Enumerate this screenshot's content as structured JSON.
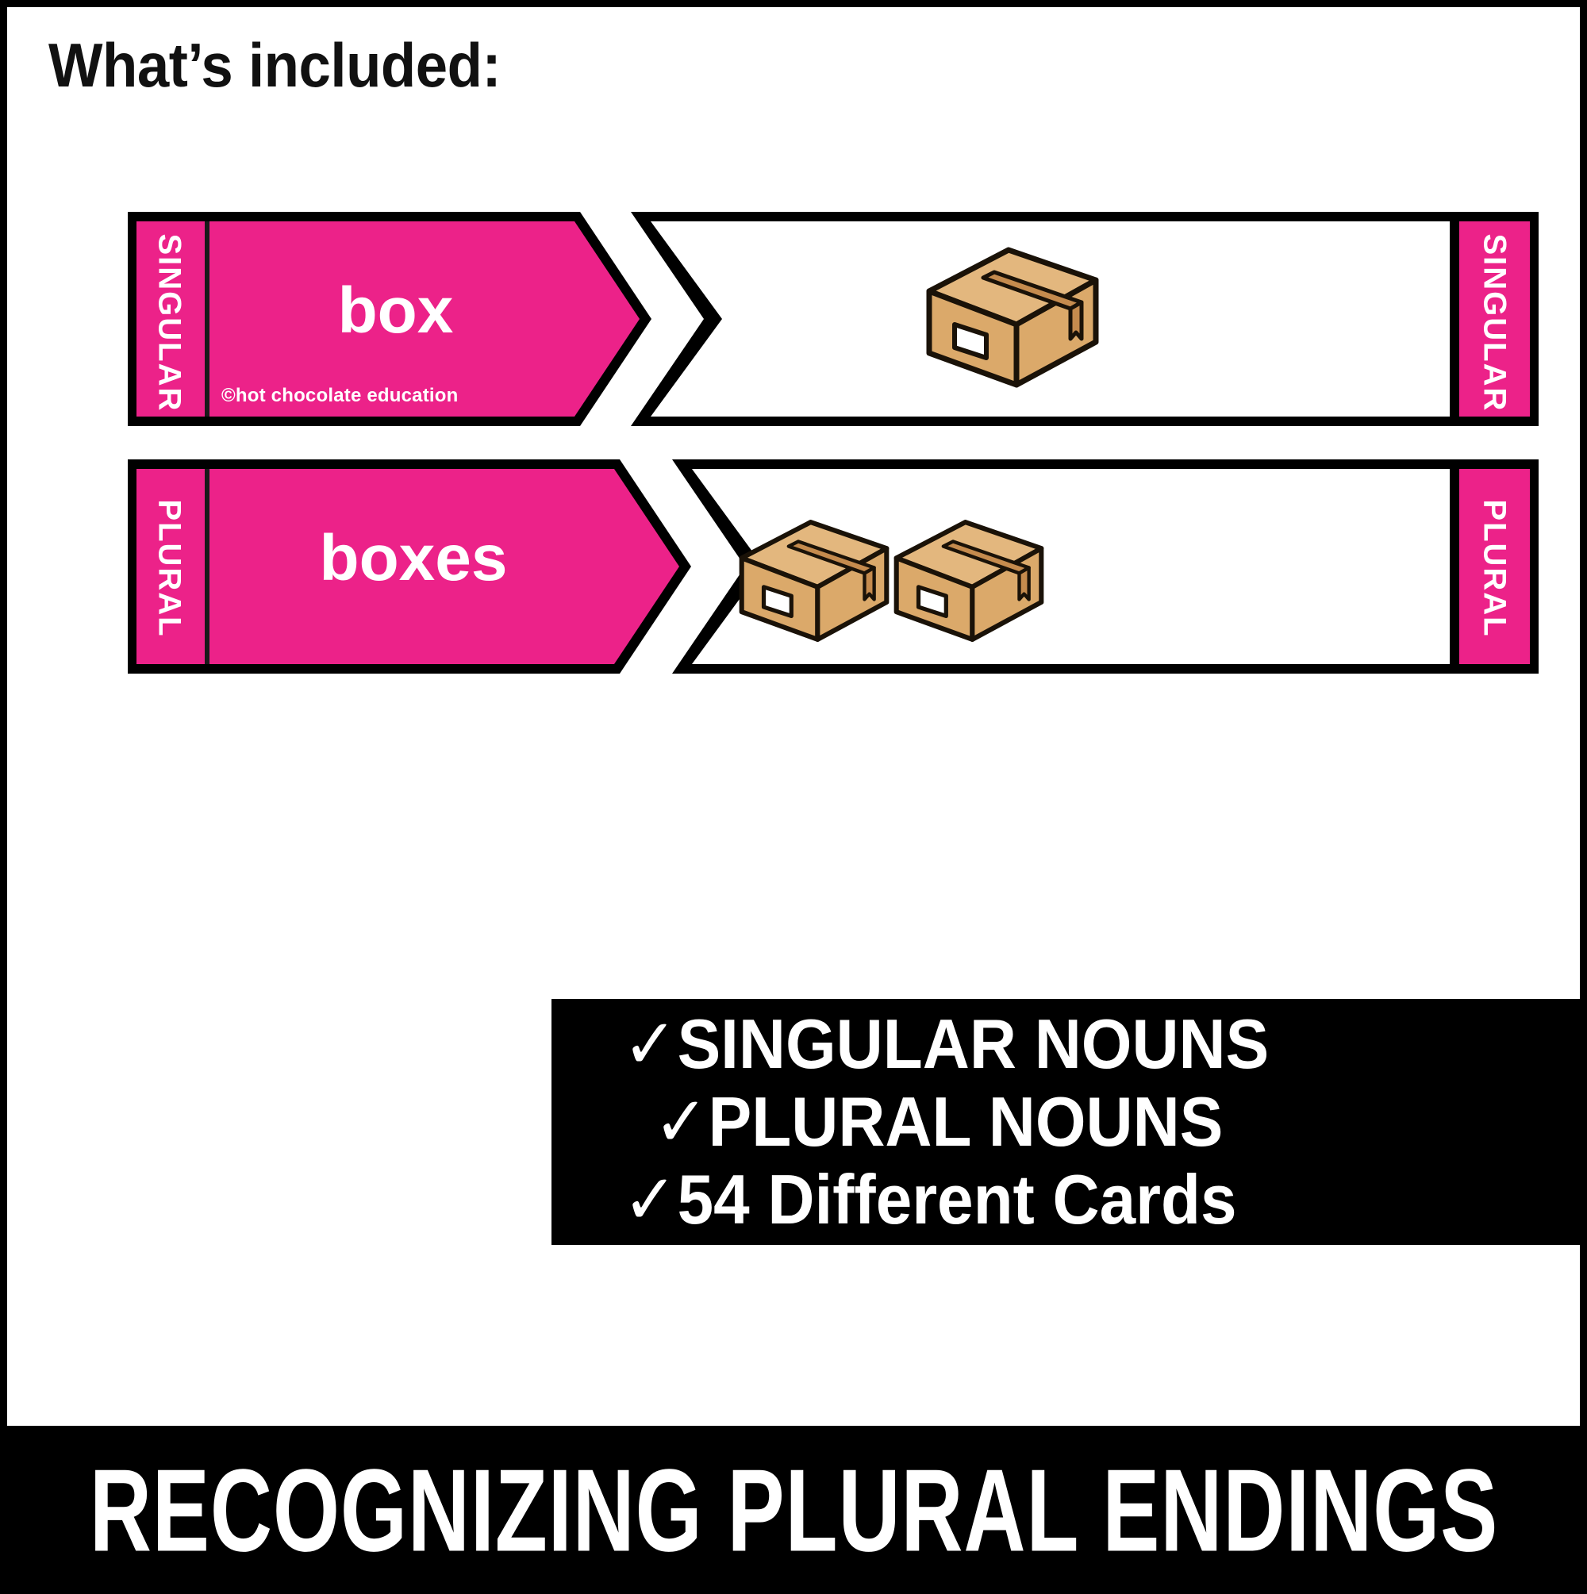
{
  "page": {
    "background_color": "#FFFFFF",
    "border_color": "#000000",
    "heading": "What’s included:"
  },
  "theme": {
    "pink": "#EC2289",
    "black": "#000000",
    "white": "#FFFFFF",
    "box_fill": "#DBA96A",
    "box_top_fill": "#E3B77E",
    "box_tape_fill": "#C58B4E",
    "box_outline": "#1A1208"
  },
  "cards": [
    {
      "id": "singular-card",
      "left_tab_label": "SINGULAR",
      "right_tab_label": "SINGULAR",
      "word": "box",
      "copyright": "©hot chocolate education",
      "image_icon": "cardboard-box-icon",
      "image_count": 1
    },
    {
      "id": "plural-card",
      "left_tab_label": "PLURAL",
      "right_tab_label": "PLURAL",
      "word": "boxes",
      "copyright": "",
      "image_icon": "cardboard-box-icon",
      "image_count": 2
    }
  ],
  "feature_banner": {
    "check_glyph": "✓",
    "items": [
      "SINGULAR NOUNS",
      "PLURAL NOUNS",
      "54 Different Cards"
    ]
  },
  "bottom_banner": {
    "title": "RECOGNIZING PLURAL ENDINGS"
  }
}
